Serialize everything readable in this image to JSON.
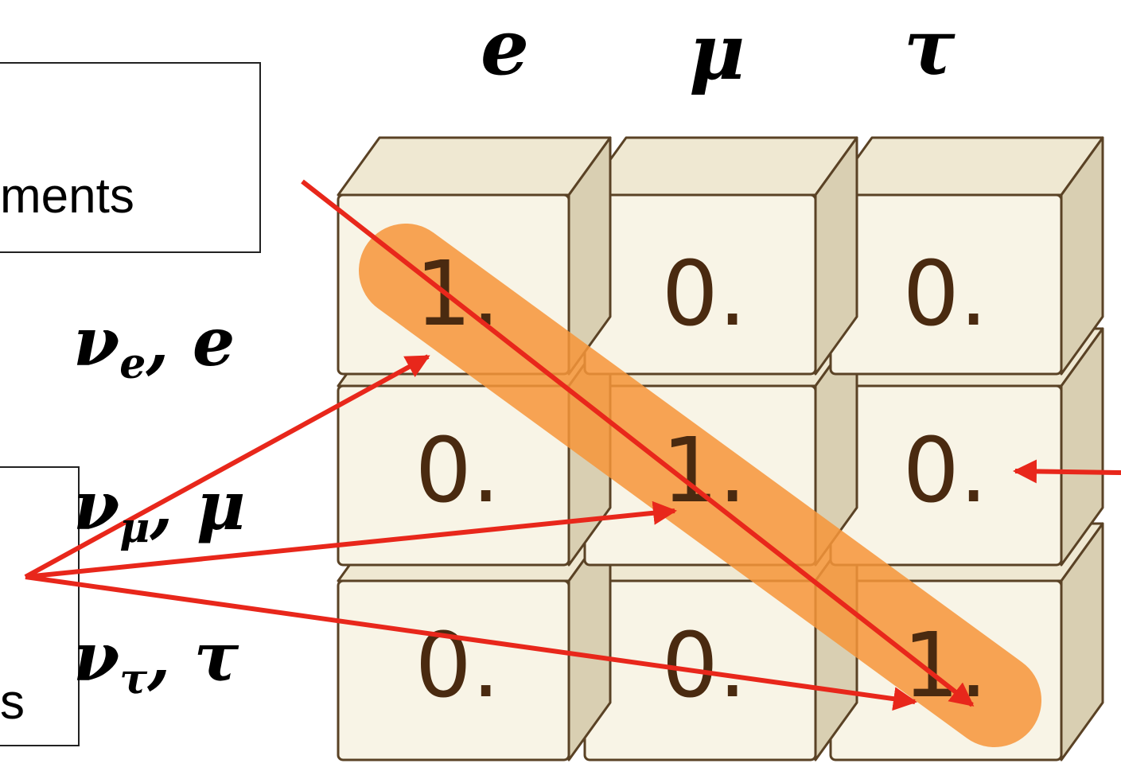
{
  "labels": {
    "top_box_fragment": "ments",
    "bottom_box_fragment": "s"
  },
  "columns": [
    "e",
    "μ",
    "τ"
  ],
  "rows": [
    {
      "nu": "ν",
      "sub": "e",
      "lepton": "e"
    },
    {
      "nu": "ν",
      "sub": "μ",
      "lepton": "μ"
    },
    {
      "nu": "ν",
      "sub": "τ",
      "lepton": "τ"
    }
  ],
  "matrix": [
    [
      "1.",
      "0.",
      "0."
    ],
    [
      "0.",
      "1.",
      "0."
    ],
    [
      "0.",
      "0.",
      "1."
    ]
  ],
  "colors": {
    "cube_face": "#f8f4e6",
    "cube_top": "#efe8d2",
    "cube_side": "#d9cfb2",
    "cube_edge": "#5a4225",
    "highlight": "#f7963a",
    "arrow": "#e8271b"
  }
}
